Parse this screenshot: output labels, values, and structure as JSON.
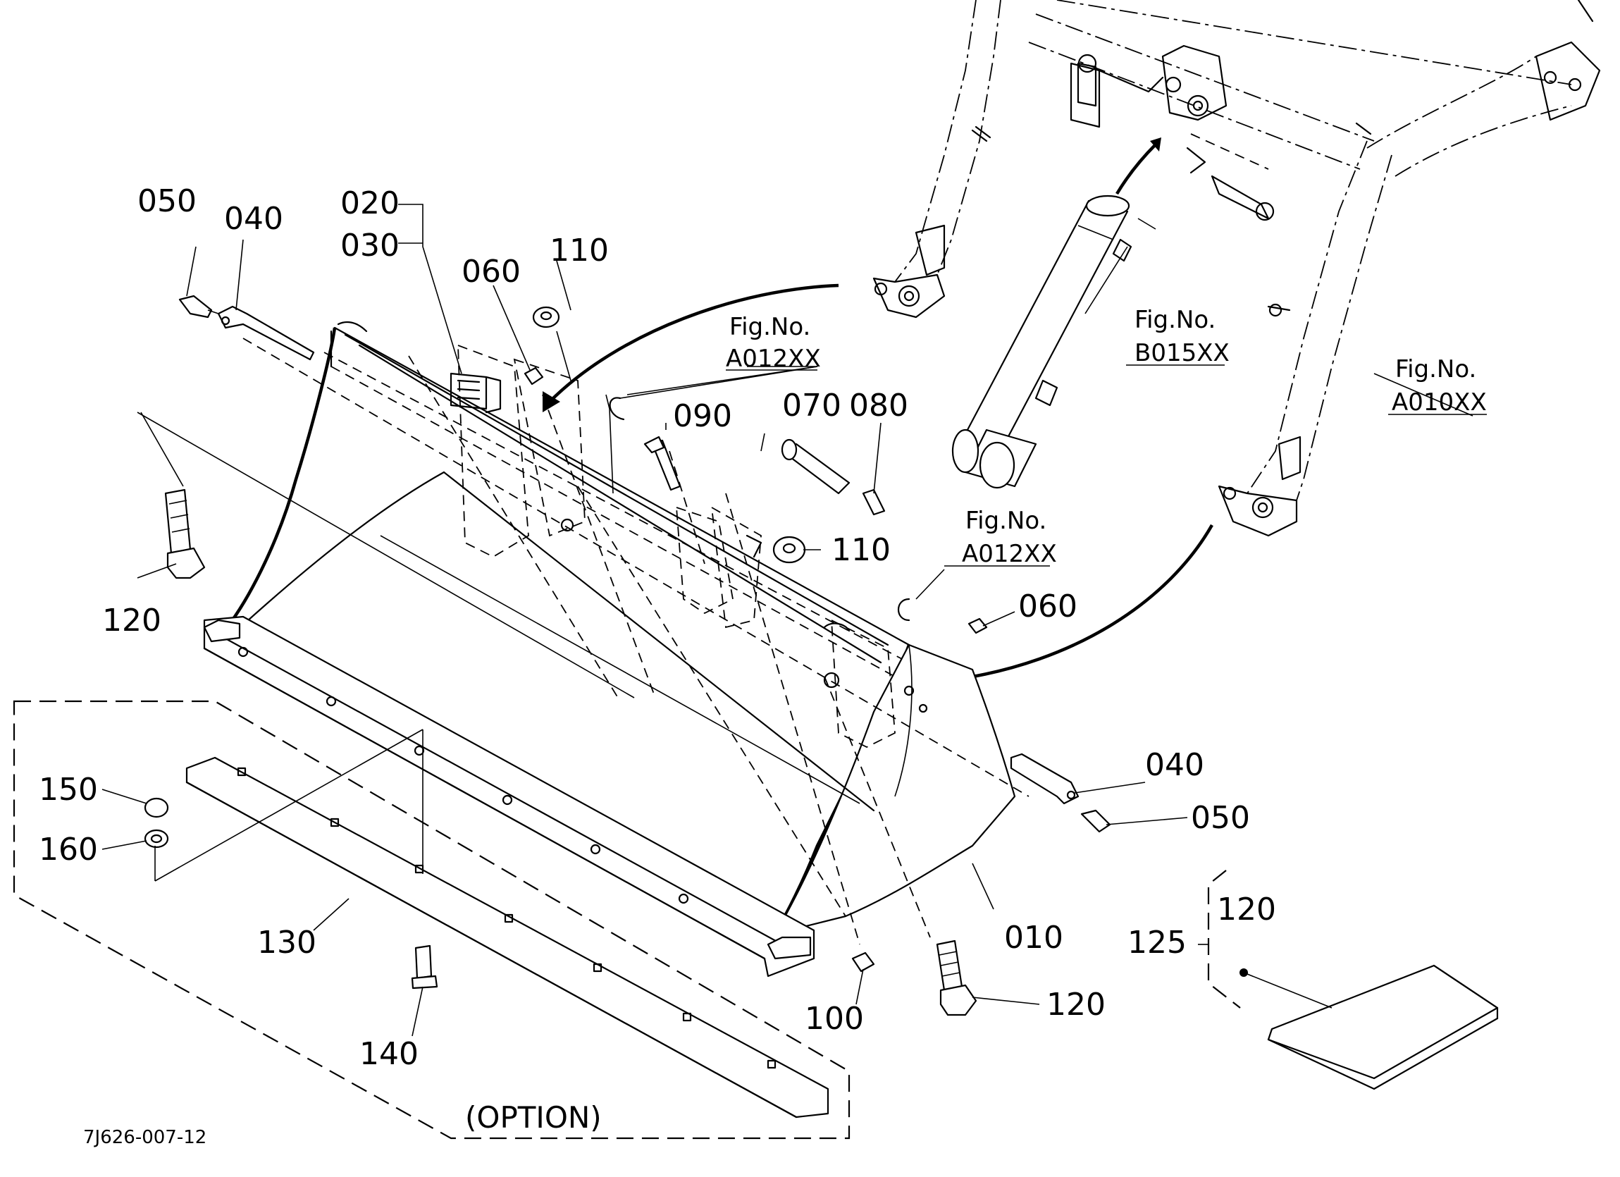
{
  "parts": {
    "p010": "010",
    "p020": "020",
    "p030": "030",
    "p040_left": "040",
    "p040_right": "040",
    "p050_left": "050",
    "p050_right": "050",
    "p060_top": "060",
    "p060_right": "060",
    "p070": "070",
    "p080": "080",
    "p090": "090",
    "p100": "100",
    "p110_top": "110",
    "p110_mid": "110",
    "p120_left": "120",
    "p120_bottom": "120",
    "p120_manual": "120",
    "p125": "125",
    "p130": "130",
    "p140": "140",
    "p150": "150",
    "p160": "160"
  },
  "figure_refs": {
    "ref_a012_upper": {
      "prefix": "Fig.No.",
      "code": "A012XX"
    },
    "ref_a012_lower": {
      "prefix": "Fig.No.",
      "code": "A012XX"
    },
    "ref_b015": {
      "prefix": "Fig.No.",
      "code": "B015XX"
    },
    "ref_a010": {
      "prefix": "Fig.No.",
      "code": "A010XX"
    }
  },
  "option_label": "(OPTION)",
  "drawing_number": "7J626-007-12"
}
